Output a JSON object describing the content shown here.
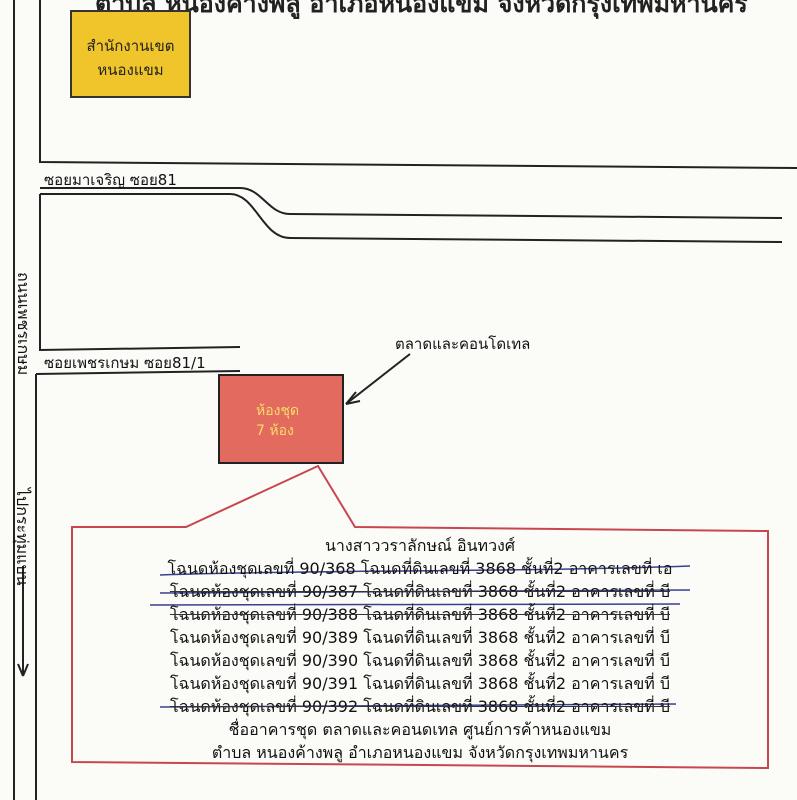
{
  "title": "ตำบล หนองค้างพลู อำเภอหนองแขม จังหวัดกรุงเทพมหานคร",
  "district_office": [
    "สำนักงานเขต",
    "หนองแขม"
  ],
  "roads": {
    "soi_81": "ซอยมาเจริญ ซอย81",
    "soi_81_1": "ซอยเพชรเกษม ซอย81/1",
    "main_road": "ถนนเพชรเกษม",
    "direction": "ไปกระทุ่มแบน"
  },
  "condo_marker": {
    "line1": "ห้องชุด",
    "line2": "7 ห้อง"
  },
  "market_label": "ตลาดและคอนโดเทล",
  "info_box": {
    "owner": "นางสาววราลักษณ์ อินทวงศ์",
    "deeds": [
      "โฉนดห้องชุดเลขที่ 90/368 โฉนดที่ดินเลขที่ 3868 ชั้นที่2 อาคารเลขที่ เอ",
      "โฉนดห้องชุดเลขที่ 90/387 โฉนดที่ดินเลขที่ 3868 ชั้นที่2 อาคารเลขที่ บี",
      "โฉนดห้องชุดเลขที่ 90/388 โฉนดที่ดินเลขที่ 3868 ชั้นที่2 อาคารเลขที่ บี",
      "โฉนดห้องชุดเลขที่ 90/389 โฉนดที่ดินเลขที่ 3868 ชั้นที่2 อาคารเลขที่ บี",
      "โฉนดห้องชุดเลขที่ 90/390 โฉนดที่ดินเลขที่ 3868 ชั้นที่2 อาคารเลขที่ บี",
      "โฉนดห้องชุดเลขที่ 90/391 โฉนดที่ดินเลขที่ 3868 ชั้นที่2 อาคารเลขที่ บี",
      "โฉนดห้องชุดเลขที่ 90/392 โฉนดที่ดินเลขที่ 3868 ชั้นที่2 อาคารเลขที่ บี"
    ],
    "building": "ชื่ออาคารชุด ตลาดและคอนดเทล ศูนย์การค้าหนองแขม",
    "location": "ตำบล หนองค้างพลู อำเภอหนองแขม จังหวัดกรุงเทพมหานคร"
  },
  "colors": {
    "district_fill": "#f0c52b",
    "condo_fill": "#e36a5e",
    "condo_text": "#f6dc6a",
    "callout_border": "#c8474f",
    "strike_pen": "#3a3f8f"
  }
}
